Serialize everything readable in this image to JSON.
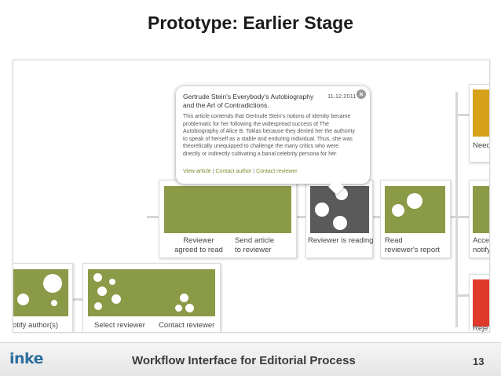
{
  "slide": {
    "title": "Prototype: Earlier Stage"
  },
  "colors": {
    "olive": "#8a9a46",
    "dark_gray": "#5a5a5a",
    "gold": "#d6a21c",
    "red": "#e03a2c",
    "link": "#7a8a2e"
  },
  "workflow": {
    "cards": [
      {
        "id": "notify-author",
        "label_lines": [
          "otify author(s)"
        ],
        "thumb_color": "olive"
      },
      {
        "id": "select-reviewer",
        "label_lines": [
          "Select reviewer"
        ],
        "thumb_color": "olive"
      },
      {
        "id": "contact-reviewer",
        "label_lines": [
          "Contact reviewer"
        ],
        "thumb_color": "olive"
      },
      {
        "id": "reviewer-agreed",
        "label_lines": [
          "Reviewer",
          "agreed to read"
        ],
        "thumb_color": "olive"
      },
      {
        "id": "send-article",
        "label_lines": [
          "Send article",
          "to reviewer"
        ],
        "thumb_color": "olive"
      },
      {
        "id": "reviewer-reading",
        "label_lines": [
          "Reviewer is reading"
        ],
        "thumb_color": "dark_gray",
        "selected": true
      },
      {
        "id": "read-report",
        "label_lines": [
          "Read",
          "reviewer's report"
        ],
        "thumb_color": "olive"
      },
      {
        "id": "need",
        "label_lines": [
          "Need"
        ],
        "thumb_color": "gold"
      },
      {
        "id": "accept-notify",
        "label_lines": [
          "Acce",
          "notify"
        ],
        "thumb_color": "olive"
      },
      {
        "id": "reject",
        "label_lines": [
          "Reje"
        ],
        "thumb_color": "red"
      }
    ]
  },
  "popup": {
    "title": "Gertrude Stein's Everybody's Autobiography and the Art of Contradictions.",
    "date": "11.12.2011",
    "close_icon": "close-icon",
    "body": "This article contends that Gertrude Stein's notions of identity became problematic for her following the widespread success of The Autobiography of Alice B. Toklas because they denied her the authority to speak of herself as a stable and enduring individual. Thus, she was theoretically unequipped to challenge the many critics who were directly or indirectly cultivating a banal celebrity persona for her.",
    "links": {
      "view": "View article",
      "separator": "|",
      "contact_author": "Contact author",
      "contact_reviewer": "Contact reviewer"
    }
  },
  "footer": {
    "logo": "inke",
    "title": "Workflow Interface for Editorial Process",
    "page_number": "13"
  }
}
